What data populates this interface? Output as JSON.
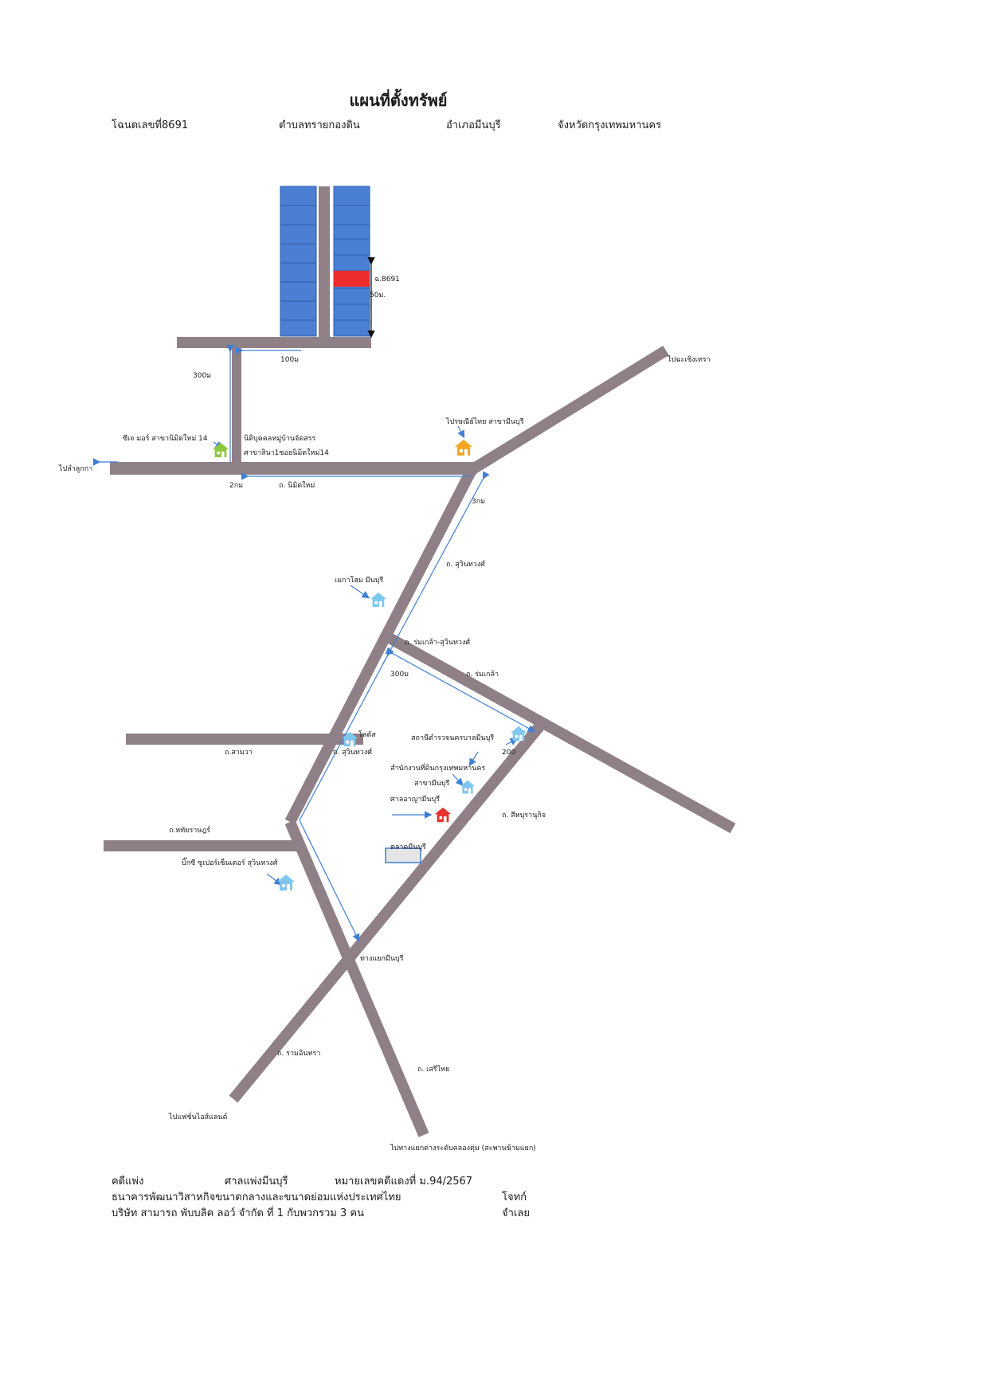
{
  "header": {
    "title": "แผนที่ตั้งทรัพย์",
    "deed": "โฉนดเลขที่8691",
    "subdistrict": "ตำบลทรายกองดิน",
    "district": "อำเภอมีนบุรี",
    "province": "จังหวัดกรุงเทพมหานคร"
  },
  "map": {
    "plot_label": "ฉ.8691",
    "plot_depth": "50ม.",
    "dist_100m": "100ม",
    "dist_300m_side": "300ม",
    "dist_2km": "2กม",
    "dist_3km": "3กม",
    "dist_300m": "300ม",
    "dist_200": "200",
    "road_nimit": "ถ. นิมิตใหม่",
    "road_suwinthawong": "ถ. สุวินทวงศ์",
    "road_suwinthawong2": "ถ. สุวินทวงศ์",
    "road_romklao_suwin": "ถ. ร่มเกล้า-สุวินทวงศ์",
    "road_romklao": "ถ. ร่มเกล้า",
    "road_samwa": "ถ.สามวา",
    "road_hathairat": "ถ.หทัยราษฎร์",
    "road_sihaburanukit": "ถ. สีหบุรานุกิจ",
    "road_ramintra": "ถ. รามอินทรา",
    "road_serithai": "ถ. เสรีไทย",
    "to_chachoengsao": "ไปฉะเชิงเทรา",
    "to_lamlukka": "ไปลำลูกกา",
    "to_fashion_island": "ไปแฟชั่นไอส์แลนด์",
    "to_khlongtum": "ไปทางแยกต่างระดับคลองตุ่ม (สะพานข้ามแยก)",
    "minburi_junction": "ทางแยกมีนบุรี",
    "cj_more": "ซีเจ มอร์ สาขานิมิตใหม่ 14",
    "juristic_line1": "นิติบุคคลหมู่บ้านจัดสรร",
    "juristic_line2": "ศาขาสินา1ซอยนิมิตใหม่14",
    "post_office": "ไปรษณีย์ไทย สาขามีนบุรี",
    "megahome": "เมกาโฮม มีนบุรี",
    "lotus": "โลตัส",
    "police": "สถานีตำรวจนครบาลมีนบุรี",
    "land_office_line1": "สำนักงานที่ดินกรุงเทพมหานคร",
    "land_office_line2": "สาขามีนบุรี",
    "court": "ศาลอาญามีนบุรี",
    "market": "ตลาดมีนบุรี",
    "bigc": "บิ๊กซี ซูเปอร์เซ็นเตอร์ สุวินทวงศ์"
  },
  "icon_colors": {
    "land_office": "#7ec8f0",
    "court": "#e8322c",
    "post": "#f5a623",
    "cj": "#8cc63f",
    "plot": "#ec2d2d",
    "parcels": "#4a7fd4",
    "road": "#8f8088"
  },
  "footer": {
    "case_type": "คดีแพ่ง",
    "court": "ศาลแพ่งมีนบุรี",
    "case_no": "หมายเลขคดีแดงที่ ม.94/2567",
    "plaintiff": "ธนาคารพัฒนาวิสาหกิจขนาดกลางและขนาดย่อมแห่งประเทศไทย",
    "plaintiff_role": "โจทก์",
    "defendant": "บริษัท สามารถ พับบลิค ลอว์ จำกัด ที่ 1 กับพวกรวม 3 คน",
    "defendant_role": "จำเลย"
  }
}
